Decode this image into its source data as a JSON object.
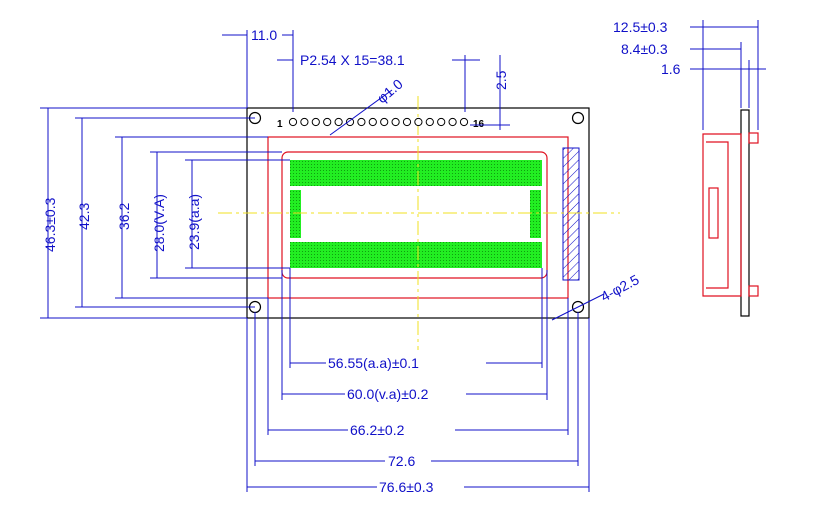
{
  "front_view": {
    "dimensions": {
      "pin_offset": "11.0",
      "pin_pitch": "P2.54  X  15=38.1",
      "pin_margin": "2.5",
      "hole_diameter": "φ1.0",
      "mount_holes": "4-φ2.5",
      "aa_height": "23.9(a.a)",
      "va_height": "28.0(V.A)",
      "bezel_height": "36.2",
      "hole_spacing_v": "42.3",
      "board_height": "46.3±0.3",
      "aa_width": "56.55(a.a)±0.1",
      "va_width": "60.0(v.a)±0.2",
      "bezel_width": "66.2±0.2",
      "hole_spacing_h": "72.6",
      "board_width": "76.6±0.3"
    },
    "pin_labels": {
      "first": "1",
      "last": "16"
    }
  },
  "side_view": {
    "dimensions": {
      "total_thickness": "12.5±0.3",
      "module_thickness": "8.4±0.3",
      "pcb_thickness": "1.6"
    }
  },
  "colors": {
    "dimension": "#1010c8",
    "outline": "#000000",
    "bezel": "#e01020",
    "pixels": "#22ee22",
    "centerline": "#f0e020"
  }
}
